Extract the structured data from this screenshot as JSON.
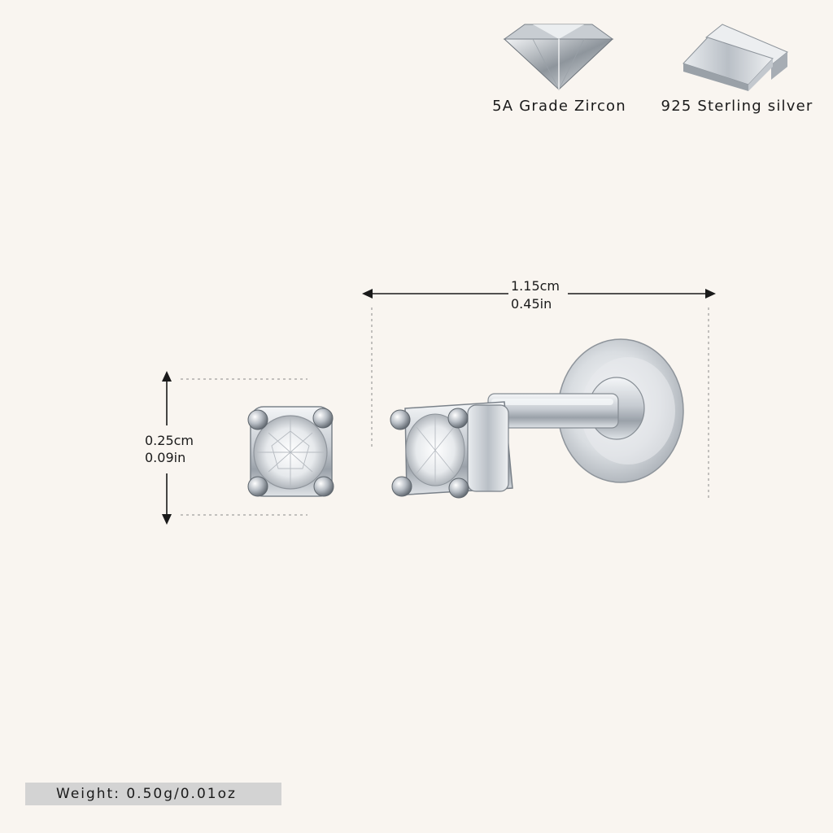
{
  "badges": [
    {
      "label": "5A Grade Zircon",
      "icon": "zircon-gem-icon"
    },
    {
      "label": "925 Sterling silver",
      "icon": "silver-bars-icon"
    }
  ],
  "dimensions": {
    "width_cm": "1.15cm",
    "width_in": "0.45in",
    "height_cm": "0.25cm",
    "height_in": "0.09in"
  },
  "weight": {
    "label": "Weight: 0.50g/0.01oz"
  },
  "colors": {
    "background": "#f9f5f0",
    "weight_bar": "#d3d3d3",
    "metal": "#c9ced4",
    "text": "#1a1a1a"
  }
}
